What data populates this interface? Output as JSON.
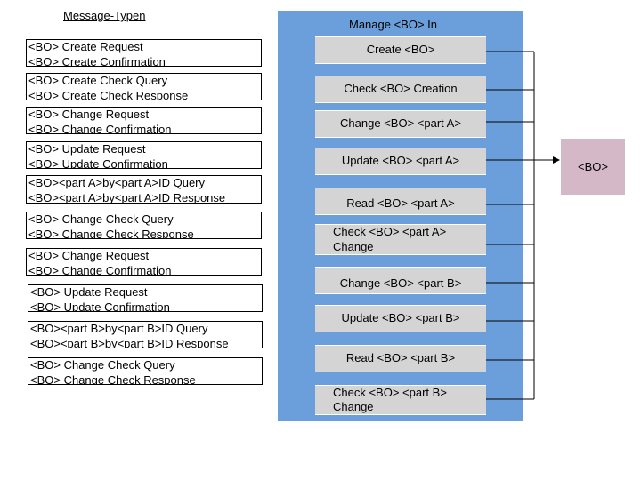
{
  "heading": "Message-Typen",
  "message_types": [
    {
      "line1": "<BO> Create Request",
      "line2": "<BO> Create Confirmation"
    },
    {
      "line1": "<BO> Create Check Query",
      "line2": "<BO> Create Check Response"
    },
    {
      "line1": "<BO> Change Request",
      "line2": "<BO> Change Confirmation"
    },
    {
      "line1": "<BO> Update Request",
      "line2": "<BO> Update Confirmation"
    },
    {
      "line1": "<BO><part A>by<part A>ID Query",
      "line2": "<BO><part A>by<part A>ID Response"
    },
    {
      "line1": "<BO> Change Check Query",
      "line2": "<BO> Change Check Response"
    },
    {
      "line1": "<BO> Change Request",
      "line2": "<BO> Change Confirmation"
    },
    {
      "line1": "<BO> Update Request",
      "line2": "<BO> Update Confirmation"
    },
    {
      "line1": "<BO><part B>by<part B>ID Query",
      "line2": "<BO><part B>by<part B>ID Response"
    },
    {
      "line1": "<BO> Change Check Query",
      "line2": "<BO> Change Check Response"
    }
  ],
  "panel": {
    "title": "Manage <BO> In",
    "operations": [
      {
        "label": "Create <BO>"
      },
      {
        "label": "Check <BO> Creation"
      },
      {
        "label": "Change <BO> <part A>"
      },
      {
        "label": "Update <BO> <part A>"
      },
      {
        "label": "Read <BO> <part A>"
      },
      {
        "line1": "Check <BO> <part A>",
        "line2": "Change"
      },
      {
        "label": "Change <BO> <part B>"
      },
      {
        "label": "Update <BO> <part B>"
      },
      {
        "label": "Read <BO> <part B>"
      },
      {
        "line1": "Check <BO> <part B>",
        "line2": "Change"
      }
    ]
  },
  "target": {
    "label": "<BO>"
  },
  "colors": {
    "panel": "#6b9fdb",
    "operation": "#d4d4d4",
    "target": "#d4b8c8"
  }
}
